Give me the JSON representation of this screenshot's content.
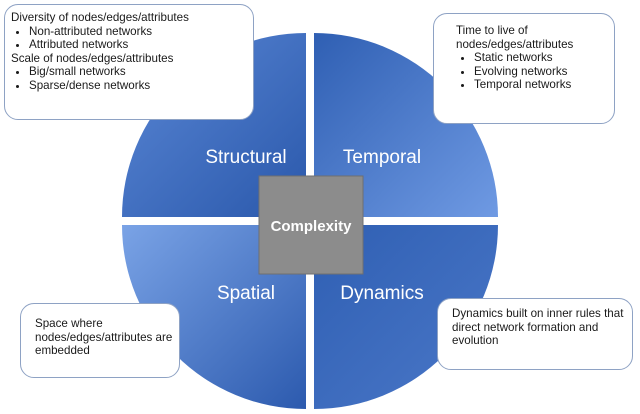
{
  "center": {
    "label": "Complexity"
  },
  "quadrants": [
    {
      "id": "structural",
      "label": "Structural"
    },
    {
      "id": "temporal",
      "label": "Temporal"
    },
    {
      "id": "spatial",
      "label": "Spatial"
    },
    {
      "id": "dynamics",
      "label": "Dynamics"
    }
  ],
  "boxes": {
    "structural": {
      "heading1": "Diversity of nodes/edges/attributes",
      "items1": [
        "Non-attributed networks",
        "Attributed networks"
      ],
      "heading2": "Scale of nodes/edges/attributes",
      "items2": [
        "Big/small networks",
        "Sparse/dense networks"
      ]
    },
    "temporal": {
      "heading": "Time to live of nodes/edges/attributes",
      "items": [
        "Static networks",
        "Evolving networks",
        "Temporal networks"
      ]
    },
    "spatial": {
      "text": "Space where nodes/edges/attributes are embedded"
    },
    "dynamics": {
      "text": "Dynamics built on inner rules that direct network formation and evolution"
    }
  },
  "colors": {
    "quadrant_dark": "#2f5fb3",
    "quadrant_light": "#7aa3e6",
    "center_box": "#8c8c8c",
    "box_border": "#8ea2c4"
  }
}
